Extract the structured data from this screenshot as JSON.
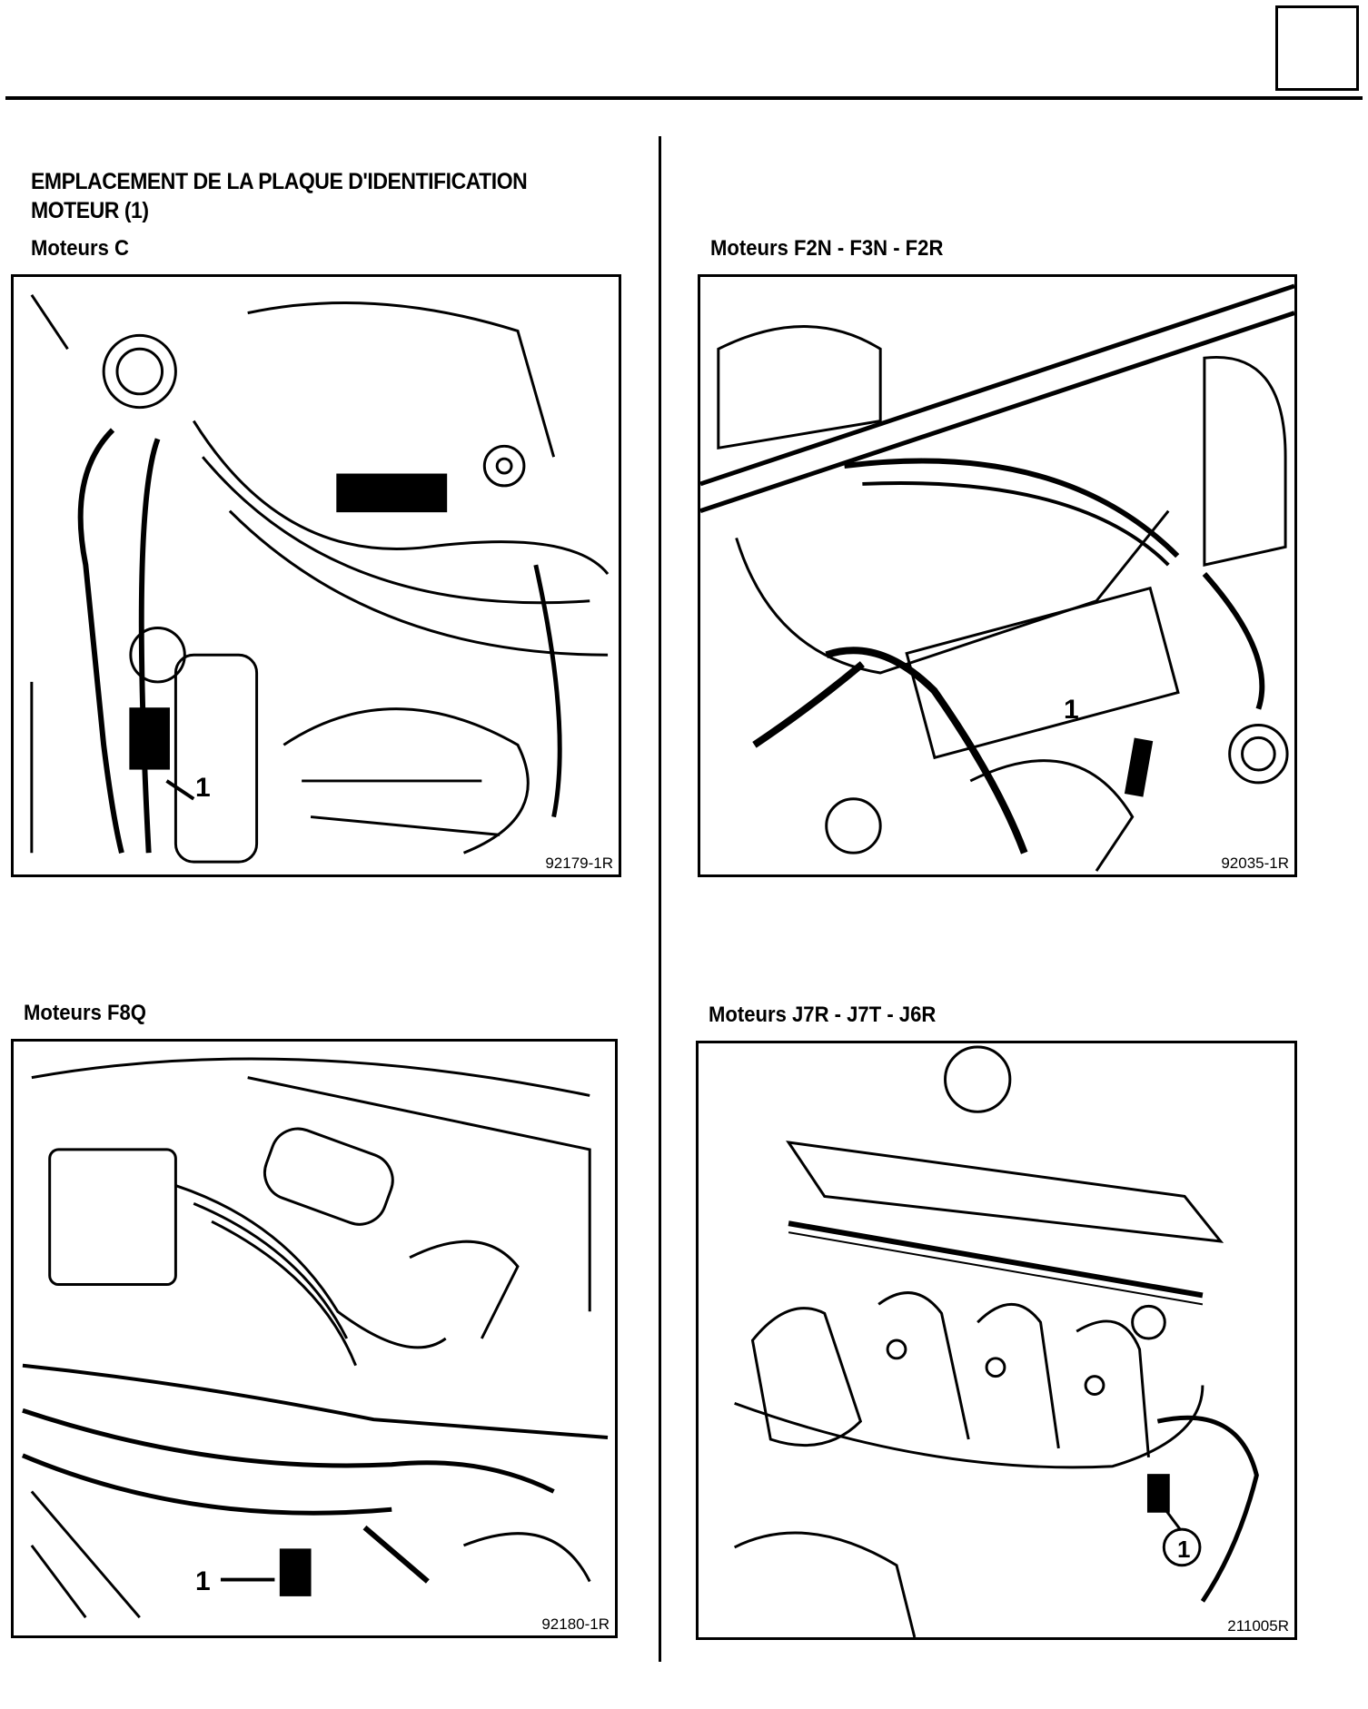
{
  "heading": {
    "line1": "EMPLACEMENT DE LA PLAQUE D'IDENTIFICATION",
    "line2": "MOTEUR (1)"
  },
  "figures": [
    {
      "label": "Moteurs C",
      "ref": "92179-1R",
      "callout": "1"
    },
    {
      "label": "Moteurs F2N - F3N - F2R",
      "ref": "92035-1R",
      "callout": "1"
    },
    {
      "label": "Moteurs F8Q",
      "ref": "92180-1R",
      "callout": "1"
    },
    {
      "label": "Moteurs J7R - J7T - J6R",
      "ref": "211005R",
      "callout": "1"
    }
  ]
}
